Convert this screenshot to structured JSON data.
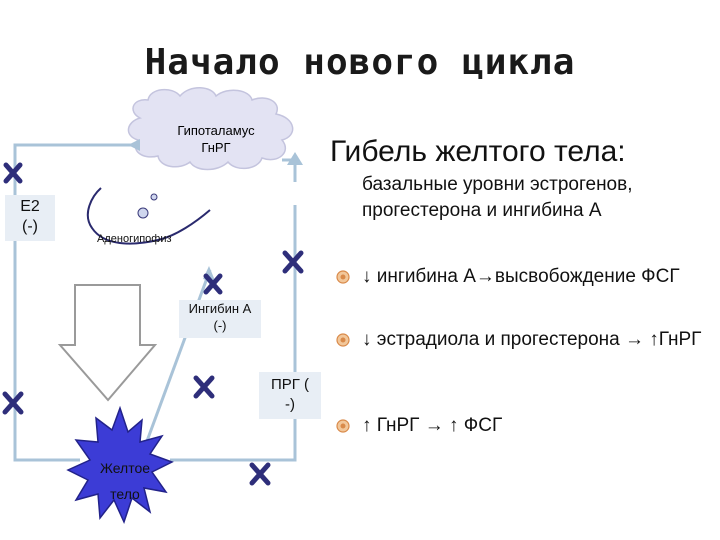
{
  "title": "Начало нового цикла",
  "diagram": {
    "hypothalamus": {
      "line1": "Гипоталамус",
      "line2": "ГнРГ"
    },
    "pituitary_label": "Аденогипофиз",
    "e2": {
      "line1": "E2",
      "line2": "(-)"
    },
    "inhibin": {
      "line1": "Ингибин А",
      "line2": "(-)"
    },
    "prg": {
      "line1": "ПРГ (",
      "line2": "-)"
    },
    "corpus_luteum": {
      "line1": "Желтое",
      "line2": "тело"
    }
  },
  "right_panel": {
    "heading": "Гибель желтого тела:",
    "subheading": "базальные уровни эстрогенов, прогестерона и ингибина А",
    "bullets": [
      {
        "text": "↓ ингибина А→высвобождение ФСГ"
      },
      {
        "text": "↓ эстрадиола и прогестерона → ↑ГнРГ"
      },
      {
        "text": "↑ ГнРГ → ↑ ФСГ"
      }
    ]
  },
  "colors": {
    "arrow_line": "#a9c3d8",
    "cross_marker": "#2e2e7a",
    "cloud_fill": "#e3e3f3",
    "star_fill": "#3c3cd6",
    "label_box": "#e8eef5",
    "bullet_icon": "#d98a4a"
  },
  "icons": {
    "bullet": "flower-bullet-icon",
    "marker": "cross-icon"
  }
}
